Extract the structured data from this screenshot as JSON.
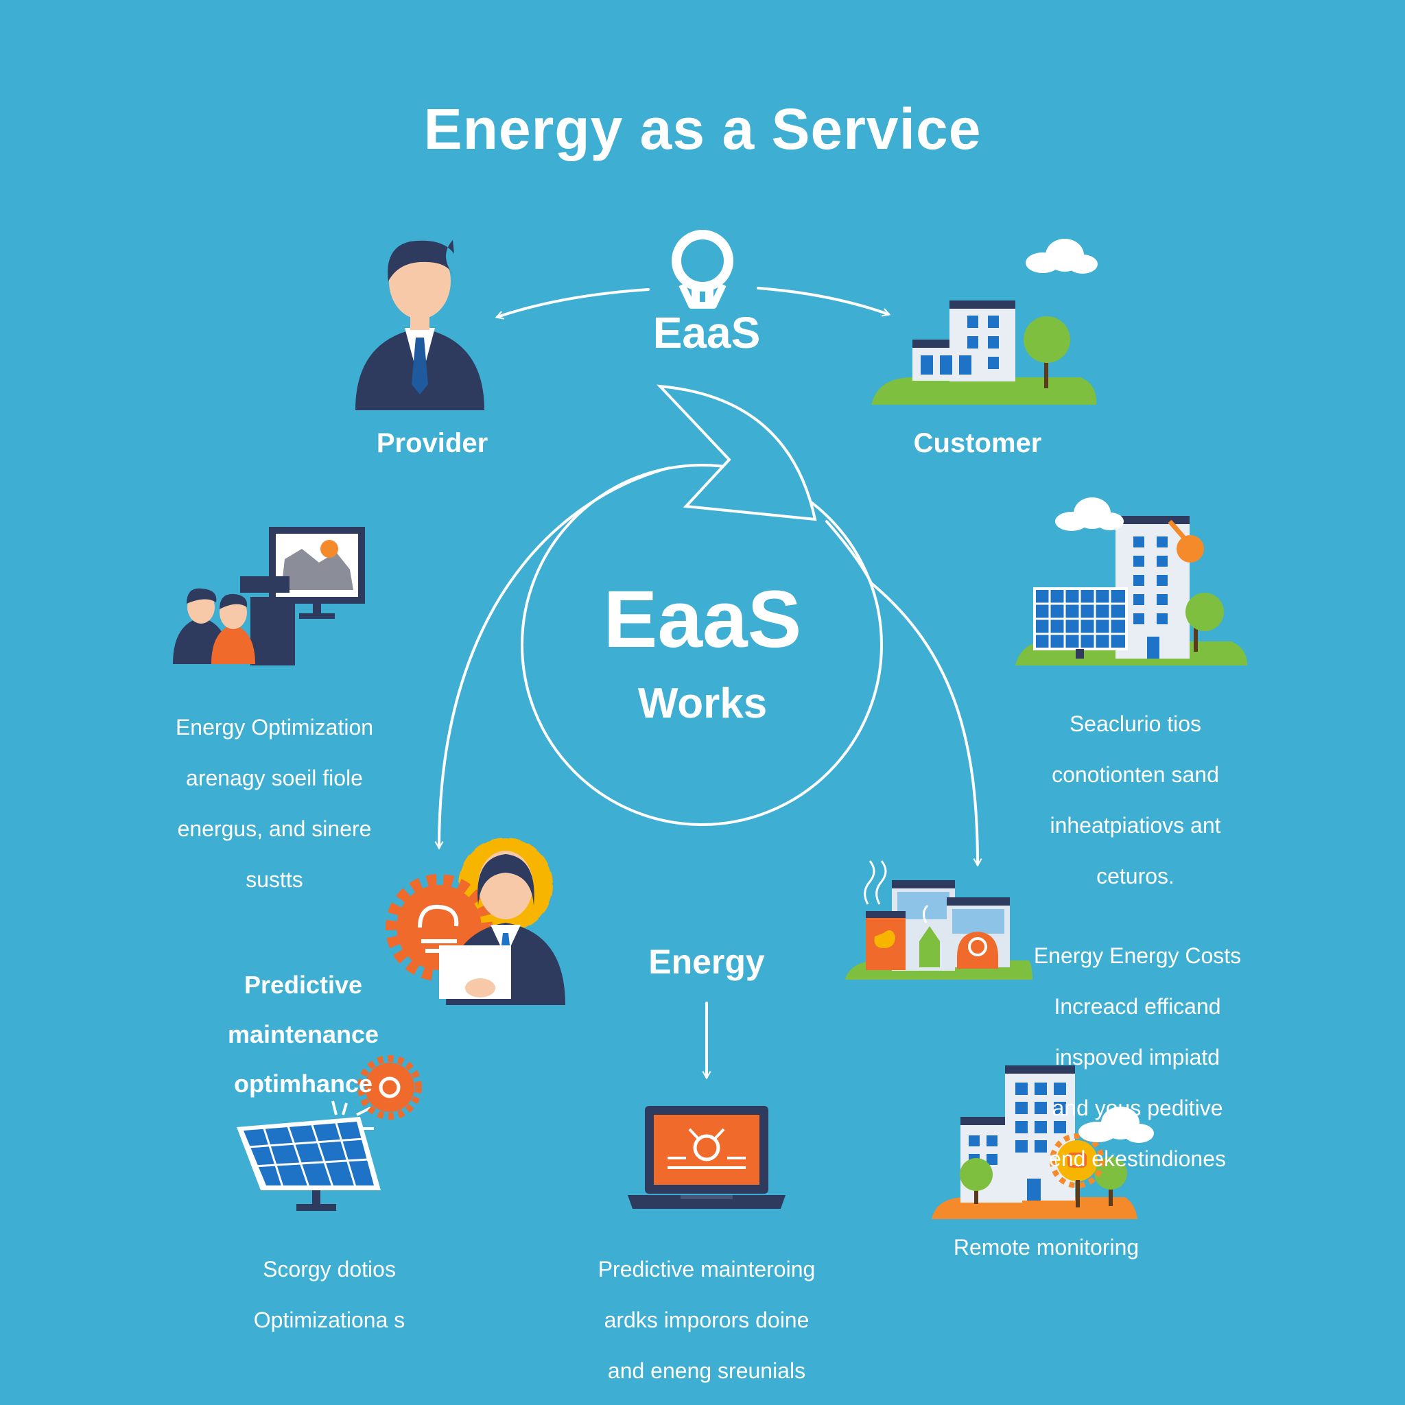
{
  "title": "Energy as a Service",
  "top_badge": "EaaS",
  "center": {
    "main": "EaaS",
    "sub": "Works"
  },
  "nodes": {
    "provider": "Provider",
    "customer": "Customer",
    "energy": "Energy"
  },
  "descriptions": {
    "energy_optimization": [
      "Energy Optimization",
      "arenagy soeil fiole",
      "energus, and sinere",
      "sustts"
    ],
    "solutions": [
      "Seaclurio tios",
      "conotionten sand",
      "inheatpiatiovs ant",
      "ceturos."
    ],
    "predictive_left": [
      "Predictive",
      "maintenance",
      "optimhance"
    ],
    "costs": [
      "Energy Energy Costs",
      "Increacd efficand",
      "inspoved impiatd",
      "and yous peditive",
      "end ekestindiones"
    ],
    "solar": [
      "Scorgy dotios",
      "Optimizationa s"
    ],
    "predictive_bottom": [
      "Predictive mainteroing",
      "ardks imporors doine",
      "and eneng sreunials"
    ],
    "remote": "Remote monitoring"
  },
  "colors": {
    "background": "#3eaed3",
    "navy": "#2f3a5f",
    "orange": "#f06a2b",
    "green": "#7fbf3f",
    "white": "#ffffff",
    "window_blue": "#1f73c7",
    "skin": "#f7c9a8",
    "yellow": "#f7b500"
  },
  "icons": [
    "bulb-icon",
    "businessman-icon",
    "office-building-icon",
    "cloud-icon",
    "monitor-meeting-icon",
    "solar-building-icon",
    "engineer-gear-icon",
    "factory-icon",
    "solar-panel-icon",
    "laptop-icon",
    "city-buildings-icon"
  ]
}
